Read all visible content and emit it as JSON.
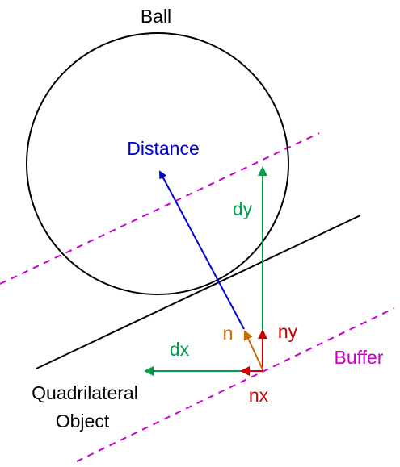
{
  "labels": {
    "ball": "Ball",
    "distance": "Distance",
    "dy": "dy",
    "dx": "dx",
    "n": "n",
    "ny": "ny",
    "nx": "nx",
    "buffer": "Buffer",
    "object_line1": "Quadrilateral",
    "object_line2": "Object"
  },
  "colors": {
    "outline": "#000000",
    "distance": "#0000cc",
    "d_components": "#009e49",
    "normal": "#cc6600",
    "normal_components": "#cc0000",
    "buffer": "#cc00cc"
  }
}
